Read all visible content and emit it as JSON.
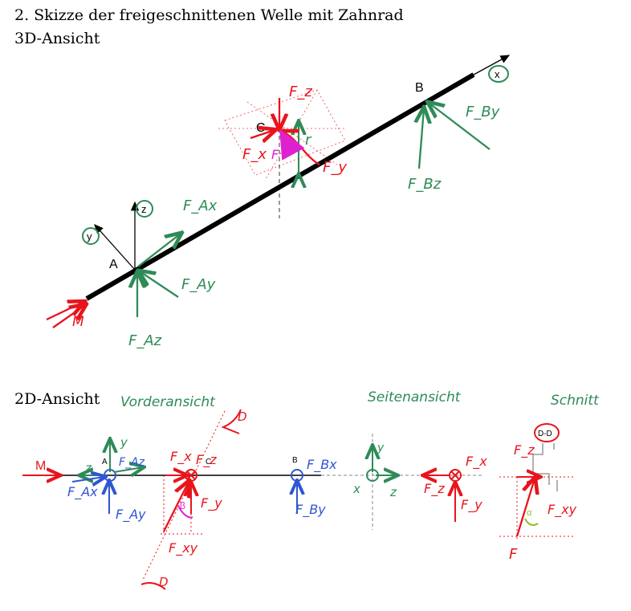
{
  "header": {
    "title": "2. Skizze der freigeschnittenen Welle mit Zahnrad",
    "view_3d": "3D-Ansicht",
    "view_2d": "2D-Ansicht"
  },
  "colors": {
    "shaft": "#000000",
    "green": "#2e8b57",
    "red": "#e8141c",
    "blue": "#2f55d4",
    "magenta": "#e020d0",
    "gray": "#888888",
    "lime": "#8fbf20"
  },
  "sketch_3d": {
    "points": {
      "a": "A",
      "b": "B",
      "c": "C"
    },
    "axes": {
      "x": "x",
      "y": "y",
      "z": "z"
    },
    "forces": {
      "fax": "F_Ax",
      "fay": "F_Ay",
      "faz": "F_Az",
      "fby": "F_By",
      "fbz": "F_Bz",
      "fx": "F_x",
      "fy": "F_y",
      "fz": "F_z",
      "f": "F"
    },
    "moment": "M",
    "radius": "r"
  },
  "sketch_2d": {
    "captions": {
      "front": "Vorderansicht",
      "side": "Seitenansicht",
      "section": "Schnitt"
    },
    "front": {
      "moment": "M",
      "a": "A",
      "b": "B",
      "c": "C",
      "y": "y",
      "z": "z",
      "fax": "F_Ax",
      "fay": "F_Ay",
      "faz": "F_Az",
      "fbx": "F_Bx",
      "fby": "F_By",
      "fx": "F_x",
      "fz": "F_z",
      "fy": "F_y",
      "fxy": "F_xy",
      "beta": "β",
      "cut": "D"
    },
    "side": {
      "y": "y",
      "x": "x",
      "z": "z",
      "fz": "F_z",
      "fx": "F_x",
      "fy": "F_y"
    },
    "section": {
      "label": "D-D",
      "fz": "F_z",
      "fxy": "F_xy",
      "alpha": "α",
      "f": "F"
    }
  }
}
